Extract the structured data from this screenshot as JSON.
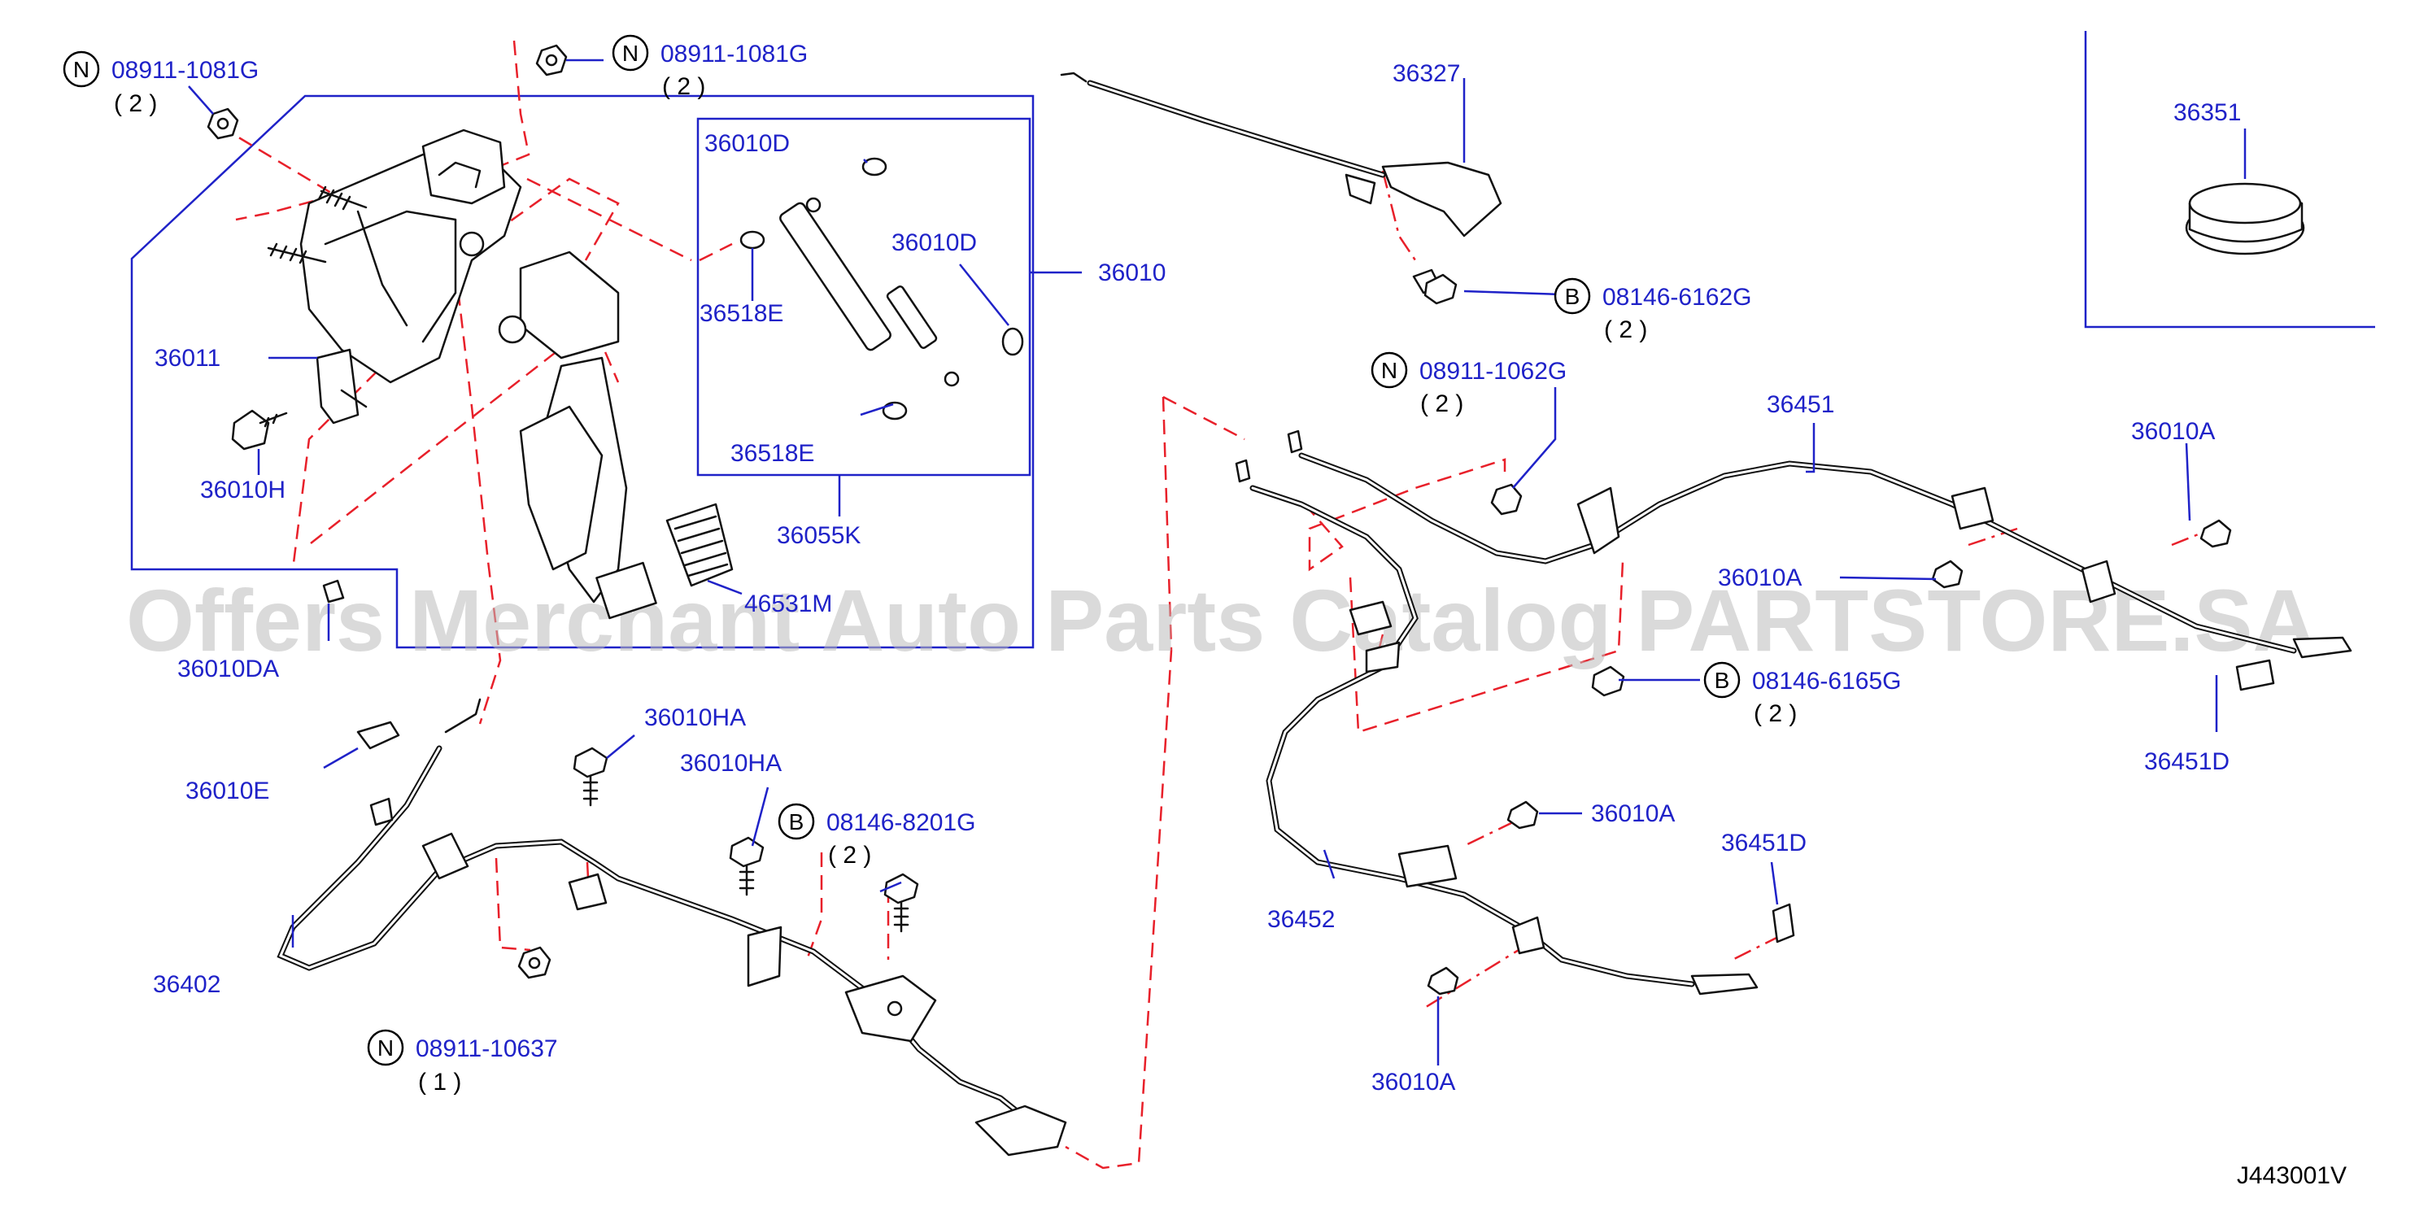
{
  "watermark": "Offers Merchant Auto Parts Catalog PARTSTORE.SA",
  "diagram_code": "J443001V",
  "parts": {
    "p36327": "36327",
    "p36351": "36351",
    "p36010D_a": "36010D",
    "p36010D_b": "36010D",
    "p36518E_a": "36518E",
    "p36518E_b": "36518E",
    "p36010": "36010",
    "p36011": "36011",
    "p36010H": "36010H",
    "p36055K": "36055K",
    "p46531M": "46531M",
    "p36010DA": "36010DA",
    "p36010E": "36010E",
    "p36010HA_a": "36010HA",
    "p36010HA_b": "36010HA",
    "p36402": "36402",
    "p36451": "36451",
    "p36010A_top": "36010A",
    "p36010A_mid": "36010A",
    "p36010A_low": "36010A",
    "p36010A_bot": "36010A",
    "p36451D_a": "36451D",
    "p36451D_b": "36451D",
    "p36452": "36452"
  },
  "fasteners": {
    "n1": {
      "badge": "N",
      "part": "08911-1081G",
      "qty": "( 2 )"
    },
    "n2": {
      "badge": "N",
      "part": "08911-1081G",
      "qty": "( 2 )"
    },
    "b1": {
      "badge": "B",
      "part": "08146-6162G",
      "qty": "( 2 )"
    },
    "n3": {
      "badge": "N",
      "part": "08911-1062G",
      "qty": "( 2 )"
    },
    "b2": {
      "badge": "B",
      "part": "08146-6165G",
      "qty": "( 2 )"
    },
    "b3": {
      "badge": "B",
      "part": "08146-8201G",
      "qty": "( 2 )"
    },
    "n4": {
      "badge": "N",
      "part": "08911-10637",
      "qty": "( 1 )"
    }
  },
  "colors": {
    "label_blue": "#1f22c8",
    "dash_red": "#e8202a",
    "ink": "#111111"
  }
}
